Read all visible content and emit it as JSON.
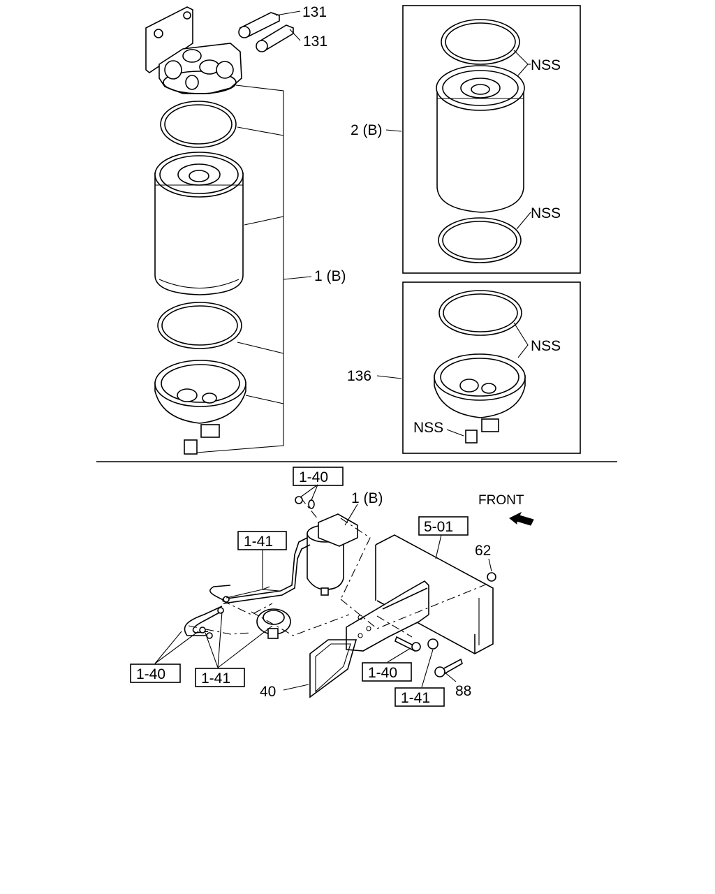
{
  "labels": {
    "p131a": "131",
    "p131b": "131",
    "p1b_top": "1 (B)",
    "p2b": "2 (B)",
    "nss1": "NSS",
    "nss2": "NSS",
    "nss3": "NSS",
    "nss4": "NSS",
    "p136": "136",
    "p1b_bottom": "1 (B)",
    "front": "FRONT",
    "p62": "62",
    "p88": "88",
    "p40": "40"
  },
  "ref_boxes": {
    "r140_top": "1-40",
    "r141_left": "1-41",
    "r501": "5-01",
    "r140_left": "1-40",
    "r141_mid": "1-41",
    "r140_right": "1-40",
    "r141_right": "1-41"
  },
  "icons": [
    "front-arrow-icon"
  ],
  "colors": {
    "ink": "#000000",
    "paper": "#ffffff"
  }
}
